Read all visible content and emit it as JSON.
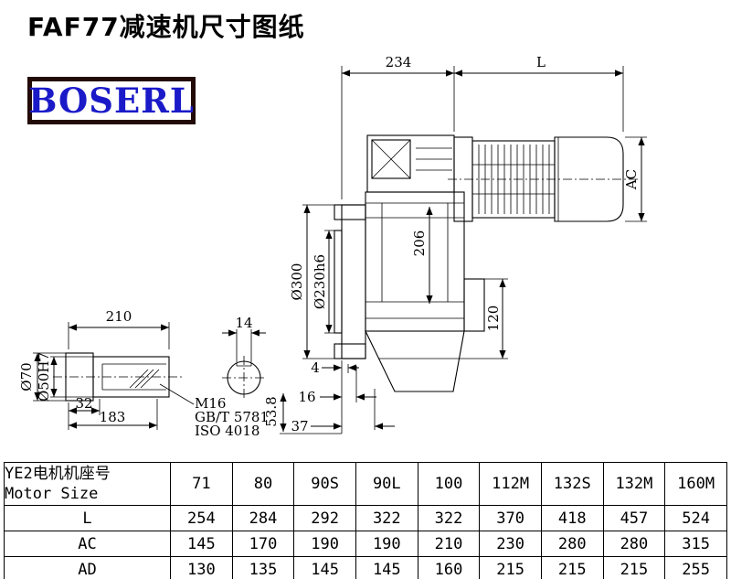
{
  "page": {
    "title": "FAF77减速机尺寸图纸"
  },
  "logo": {
    "text": "BOSERL"
  },
  "drawing": {
    "dim_234": "234",
    "dim_L": "L",
    "dim_AC": "AC",
    "dim_300": "Ø300",
    "dim_230": "Ø230h6",
    "dim_206": "206",
    "dim_120": "120",
    "dim_4": "4",
    "dim_16": "16",
    "dim_37": "37",
    "dim_53_8": "53.8",
    "dim_210": "210",
    "dim_32": "32",
    "dim_183": "183",
    "dim_70": "Ø70",
    "dim_50": "Ø50H7",
    "dim_14": "14",
    "thread": "M16",
    "std_gb": "GB/T 5781",
    "std_iso": "ISO 4018"
  },
  "table": {
    "motor_label_cn": "YE2电机机座号",
    "motor_label_en": "Motor Size",
    "sizes": [
      "71",
      "80",
      "90S",
      "90L",
      "100",
      "112M",
      "132S",
      "132M",
      "160M"
    ],
    "rows": [
      {
        "label": "L",
        "values": [
          "254",
          "284",
          "292",
          "322",
          "322",
          "370",
          "418",
          "457",
          "524"
        ]
      },
      {
        "label": "AC",
        "values": [
          "145",
          "170",
          "190",
          "190",
          "210",
          "230",
          "280",
          "280",
          "315"
        ]
      },
      {
        "label": "AD",
        "values": [
          "130",
          "135",
          "145",
          "145",
          "160",
          "215",
          "215",
          "215",
          "255"
        ]
      }
    ]
  }
}
